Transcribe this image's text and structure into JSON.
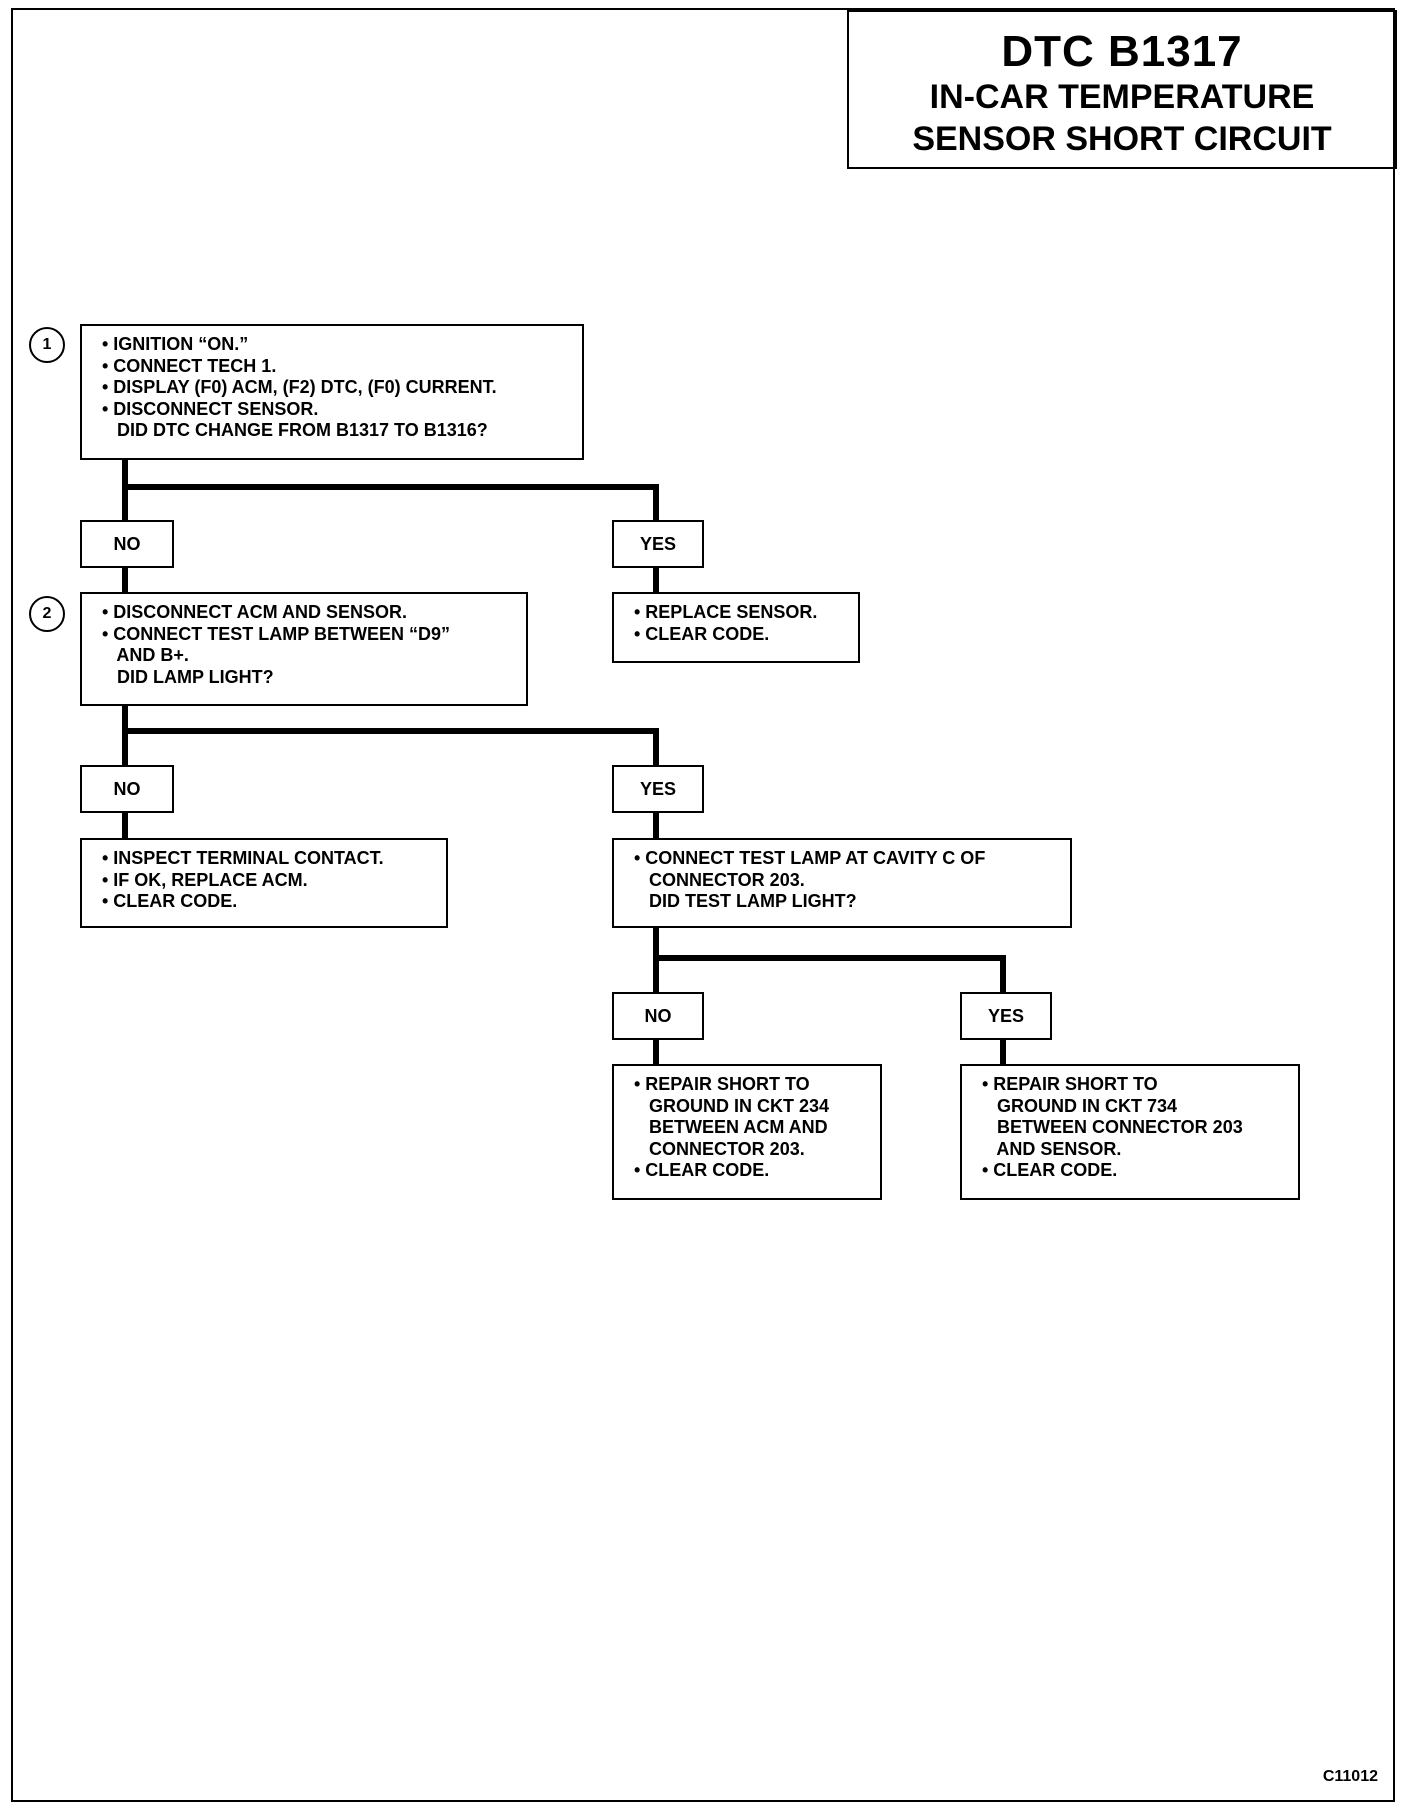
{
  "title": {
    "main": "DTC B1317",
    "sub1": "IN-CAR TEMPERATURE",
    "sub2": "SENSOR SHORT CIRCUIT"
  },
  "steps": {
    "step1": "1",
    "step2": "2"
  },
  "boxes": {
    "step1_box": [
      "• IGNITION “ON.”",
      "• CONNECT TECH 1.",
      "• DISPLAY (F0) ACM, (F2) DTC, (F0) CURRENT.",
      "• DISCONNECT SENSOR.",
      "   DID DTC CHANGE FROM B1317 TO B1316?"
    ],
    "replace_sensor_box": [
      "• REPLACE SENSOR.",
      "• CLEAR CODE."
    ],
    "step2_box": [
      "• DISCONNECT ACM AND SENSOR.",
      "• CONNECT TEST LAMP BETWEEN “D9”",
      "   AND B+.",
      "   DID LAMP LIGHT?"
    ],
    "inspect_box": [
      "• INSPECT TERMINAL CONTACT.",
      "• IF OK, REPLACE ACM.",
      "• CLEAR CODE."
    ],
    "cavity_box": [
      "• CONNECT TEST LAMP AT CAVITY C OF",
      "   CONNECTOR 203.",
      "   DID TEST LAMP LIGHT?"
    ],
    "repair_234_box": [
      "• REPAIR SHORT TO",
      "   GROUND IN CKT 234",
      "   BETWEEN ACM AND",
      "   CONNECTOR 203.",
      "• CLEAR CODE."
    ],
    "repair_734_box": [
      "• REPAIR SHORT TO",
      "   GROUND IN CKT 734",
      "   BETWEEN CONNECTOR 203",
      "   AND SENSOR.",
      "• CLEAR CODE."
    ]
  },
  "labels": {
    "no1": "NO",
    "yes1": "YES",
    "no2": "NO",
    "yes2": "YES",
    "no3": "NO",
    "yes3": "YES"
  },
  "figure_code": "C11012"
}
